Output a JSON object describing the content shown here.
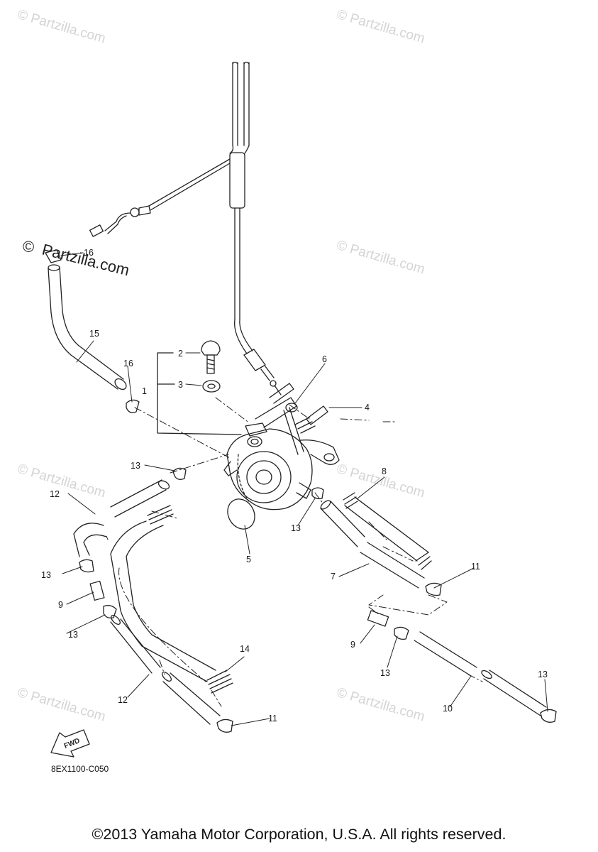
{
  "watermark": {
    "text": "© Partzilla.com"
  },
  "featured_watermark": {
    "symbol": "©",
    "text": "Partzilla.com"
  },
  "callouts": {
    "c1": "1",
    "c2": "2",
    "c3": "3",
    "c4": "4",
    "c5": "5",
    "c6": "6",
    "c7": "7",
    "c8": "8",
    "c9a": "9",
    "c9b": "9",
    "c10": "10",
    "c11a": "11",
    "c11b": "11",
    "c12a": "12",
    "c12b": "12",
    "c13a": "13",
    "c13b": "13",
    "c13c": "13",
    "c13d": "13",
    "c13e": "13",
    "c13f": "13",
    "c14": "14",
    "c15": "15",
    "c16a": "16",
    "c16b": "16"
  },
  "fwd_arrow": {
    "label": "FWD"
  },
  "diagram_code": "8EX1100-C050",
  "copyright": "©2013 Yamaha Motor Corporation, U.S.A. All rights reserved.",
  "colors": {
    "line": "#222222",
    "watermark": "#d4d4d4"
  }
}
